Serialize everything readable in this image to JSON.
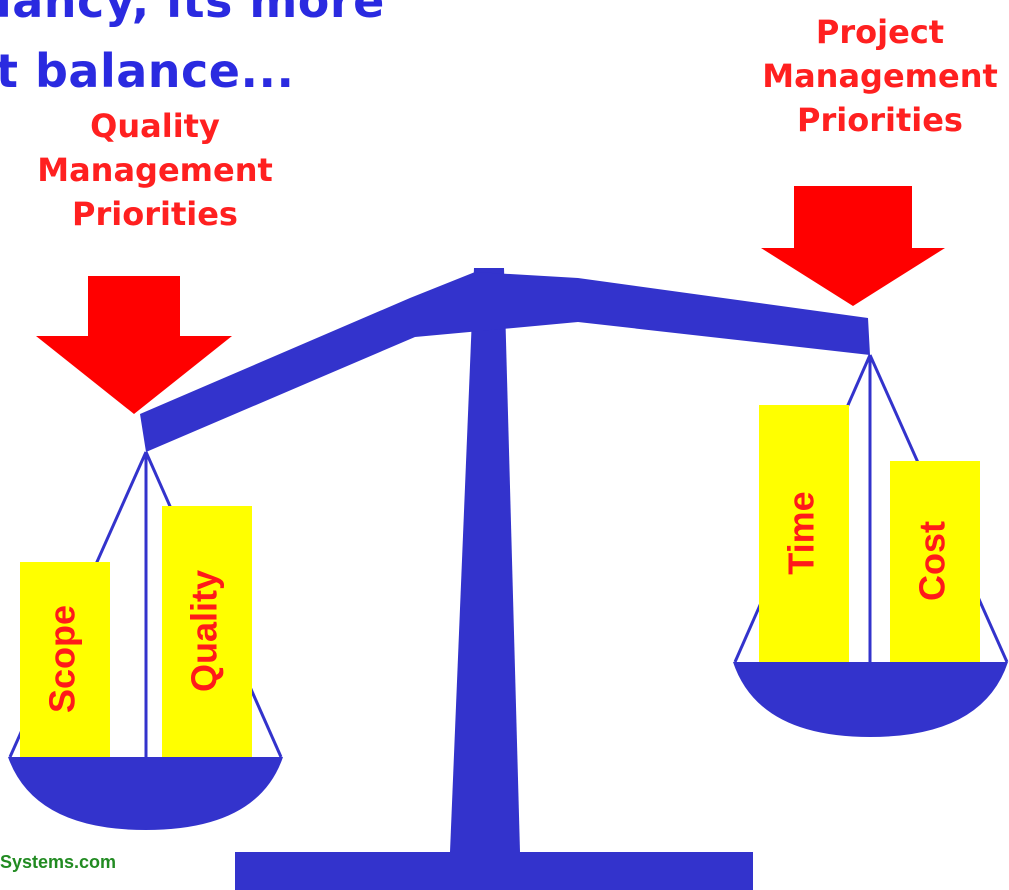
{
  "headline": {
    "line1": "lancy, its more",
    "line2": "t balance..."
  },
  "left_side": {
    "priority_label": [
      "Quality",
      "Management",
      "Priorities"
    ],
    "blocks": [
      "Scope",
      "Quality"
    ]
  },
  "right_side": {
    "priority_label": [
      "Project",
      "Management",
      "Priorities"
    ],
    "blocks": [
      "Time",
      "Cost"
    ]
  },
  "footer": {
    "url": "Systems.com"
  },
  "colors": {
    "scale": "#3333cc",
    "arrow": "#ff0000",
    "block_fill": "#ffff00",
    "label_text": "#ff1a1a",
    "headline_text": "#2a2ae0",
    "footer_text": "#228b22"
  }
}
